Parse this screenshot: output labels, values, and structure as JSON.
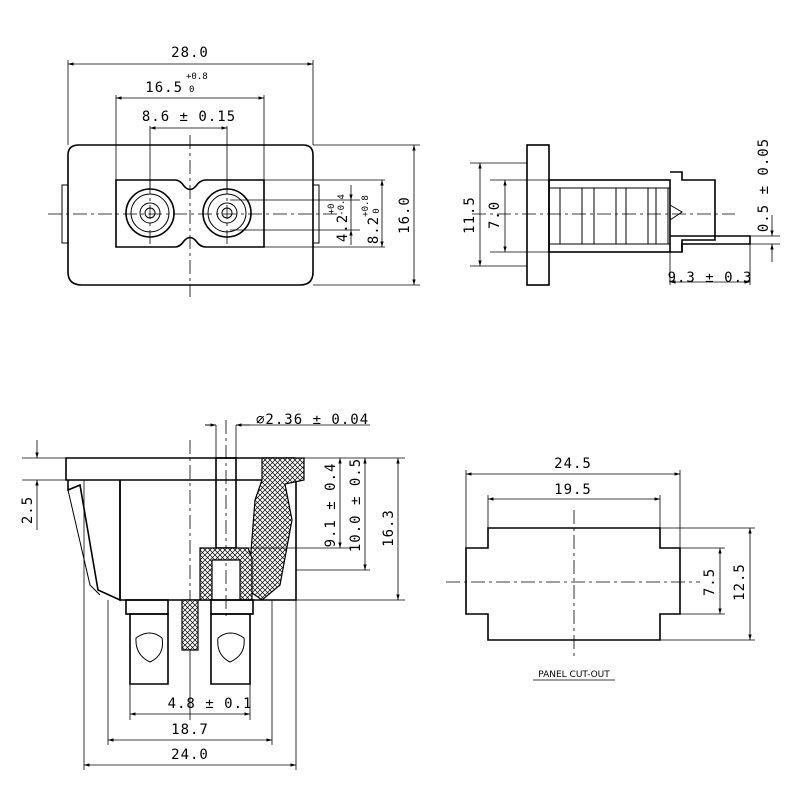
{
  "front_view": {
    "overall_width": "28.0",
    "pin_outer": "16.5",
    "pin_outer_tol_upper": "+0.8",
    "pin_outer_tol_lower": "0",
    "pin_spacing": "8.6 ± 0.15",
    "height": "16.0",
    "slot_height": "8.2",
    "slot_tol_upper": "+0.8",
    "slot_tol_lower": "0",
    "neck_height": "4.2",
    "neck_tol_upper": "+0",
    "neck_tol_lower": "-0.4"
  },
  "side_view": {
    "flange_height": "11.5",
    "body_height": "7.0",
    "terminal_thickness": "0.5 ± 0.05",
    "terminal_depth": "9.3 ± 0.3"
  },
  "section_view": {
    "pin_diameter": "⌀2.36 ± 0.04",
    "flange_thickness": "2.5",
    "pin_length": "9.1 ± 0.4",
    "body_depth": "10.0 ± 0.5",
    "total_depth": "16.3",
    "terminal_spacing": "4.8 ± 0.1",
    "terminal_span": "18.7",
    "overall_width": "24.0"
  },
  "panel_cutout": {
    "width": "24.5",
    "inner_width": "19.5",
    "notch_height": "7.5",
    "height": "12.5",
    "label": "PANEL CUT-OUT"
  }
}
